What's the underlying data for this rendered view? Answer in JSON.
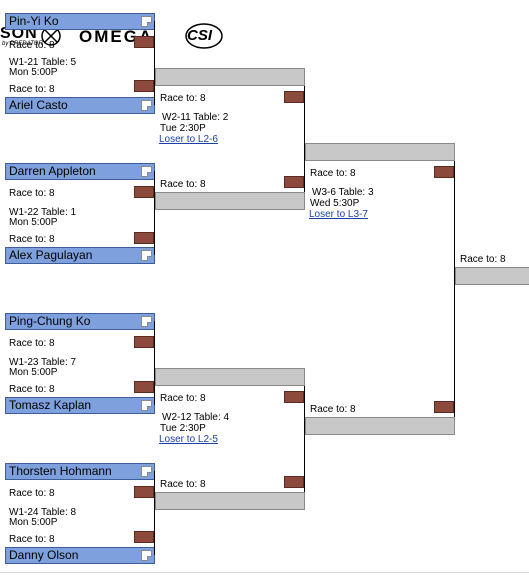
{
  "sponsors": {
    "left_partial": "SON",
    "left_tagline": "by PREDATOR",
    "omega": "OMEGA",
    "csi": "CSI"
  },
  "round1": [
    {
      "top_player": "Pin-Yi Ko",
      "race_top": "Race to: 8",
      "match_info": "W1-21 Table: 5",
      "match_time": "Mon 5:00P",
      "race_bottom": "Race to: 8",
      "bottom_player": "Ariel Casto"
    },
    {
      "top_player": "Darren Appleton",
      "race_top": "Race to: 8",
      "match_info": "W1-22 Table: 1",
      "match_time": "Mon 5:00P",
      "race_bottom": "Race to: 8",
      "bottom_player": "Alex Pagulayan"
    },
    {
      "top_player": "Ping-Chung Ko",
      "race_top": "Race to: 8",
      "match_info": "W1-23 Table: 7",
      "match_time": "Mon 5:00P",
      "race_bottom": "Race to: 8",
      "bottom_player": "Tomasz Kaplan"
    },
    {
      "top_player": "Thorsten Hohmann",
      "race_top": "Race to: 8",
      "match_info": "W1-24 Table: 8",
      "match_time": "Mon 5:00P",
      "race_bottom": "Race to: 8",
      "bottom_player": "Danny Olson"
    }
  ],
  "round2": [
    {
      "race_top": "Race to: 8",
      "match_info": "W2-11 Table: 2",
      "match_time": "Tue 2:30P",
      "loser_link": "Loser to L2-6",
      "race_bottom": "Race to: 8"
    },
    {
      "race_top": "Race to: 8",
      "match_info": "W2-12 Table: 4",
      "match_time": "Tue 2:30P",
      "loser_link": "Loser to L2-5",
      "race_bottom": "Race to: 8"
    }
  ],
  "round3": {
    "race_top": "Race to: 8",
    "match_info": "W3-6 Table: 3",
    "match_time": "Wed 5:30P",
    "loser_link": "Loser to L3-7",
    "race_bottom": "Race to: 8"
  },
  "round4": {
    "race_top": "Race to: 8"
  },
  "colors": {
    "player_fill": "#7ea1dd",
    "score_fill": "#8b4a3c",
    "empty_slot": "#c8c8c8",
    "link": "#1a3fa8"
  }
}
